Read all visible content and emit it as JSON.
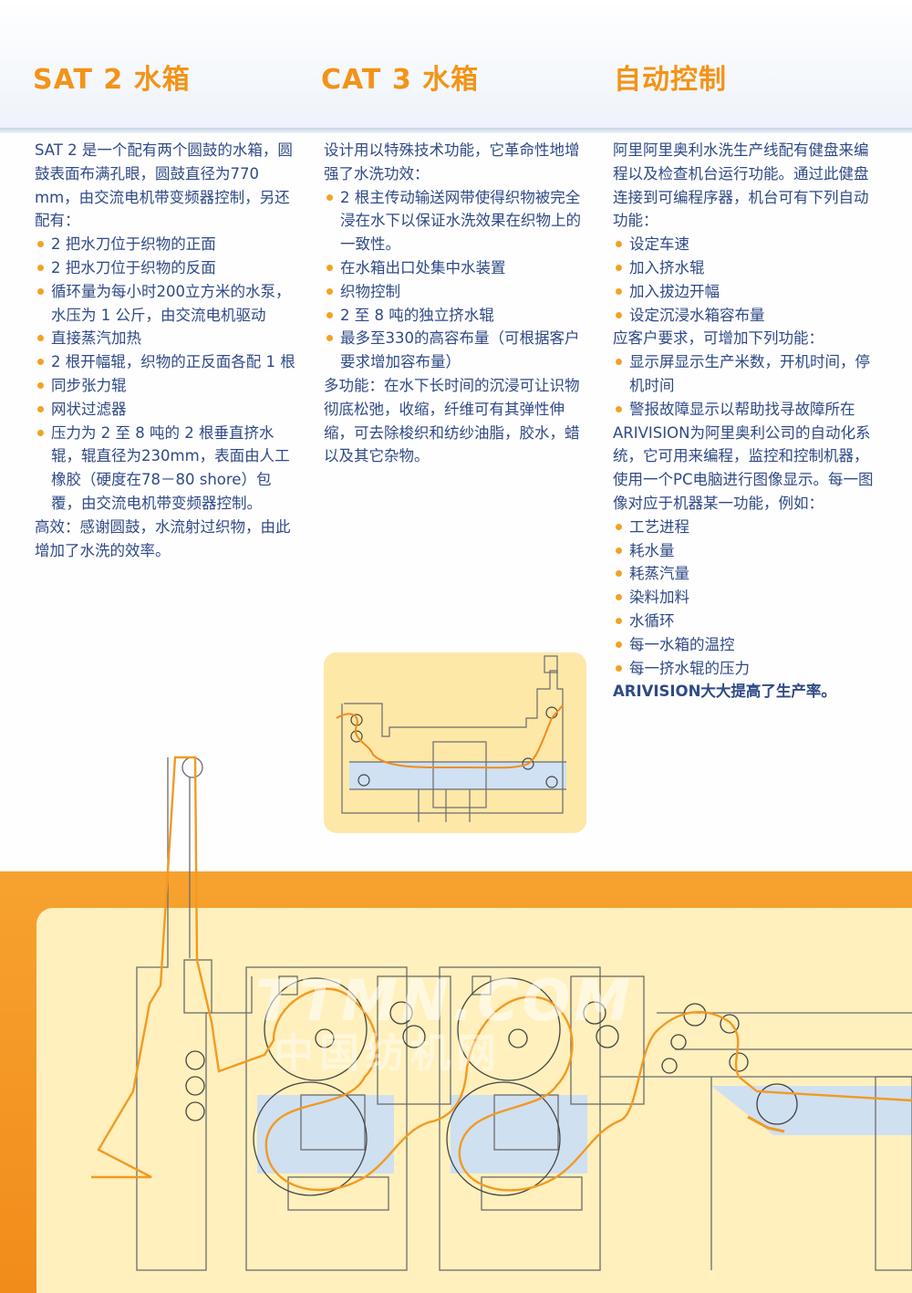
{
  "headings": {
    "col1": "SAT 2 水箱",
    "col2": "CAT 3 水箱",
    "col3": "自动控制"
  },
  "col1": {
    "intro": "SAT 2 是一个配有两个圆鼓的水箱，圆鼓表面布满孔眼，圆鼓直径为770 mm，由交流电机带变频器控制，另还配有：",
    "bullets": [
      "2 把水刀位于织物的正面",
      "2 把水刀位于织物的反面",
      "循环量为每小时200立方米的水泵，水压为 1 公斤，由交流电机驱动",
      "直接蒸汽加热",
      "2 根开幅辊，织物的正反面各配 1 根",
      "同步张力辊",
      "网状过滤器",
      "压力为 2 至 8 吨的 2 根垂直挤水辊，辊直径为230mm，表面由人工橡胶（硬度在78－80 shore）包覆，由交流电机带变频器控制。"
    ],
    "outro": "高效：感谢圆鼓，水流射过织物，由此增加了水洗的效率。"
  },
  "col2": {
    "intro": "设计用以特殊技术功能，它革命性地增强了水洗功效：",
    "bullets": [
      "2 根主传动输送网带使得织物被完全浸在水下以保证水洗效果在织物上的一致性。",
      "在水箱出口处集中水装置",
      "织物控制",
      "2 至 8 吨的独立挤水辊",
      "最多至330的高容布量（可根据客户要求增加容布量）"
    ],
    "outro": "多功能：在水下长时间的沉浸可让识物彻底松弛，收缩，纤维可有其弹性伸缩，可去除梭织和纺纱油脂，胶水，蜡以及其它杂物。"
  },
  "col3": {
    "intro": "阿里阿里奥利水洗生产线配有健盘来编程以及检查机台运行功能。通过此健盘连接到可编程序器，机台可有下列自动功能：",
    "bullets1": [
      "设定车速",
      "加入挤水辊",
      "加入拔边开幅",
      "设定沉浸水箱容布量"
    ],
    "mid": "应客户要求，可增加下列功能：",
    "bullets2": [
      "显示屏显示生产米数，开机时间，停机时间",
      "警报故障显示以帮助找寻故障所在"
    ],
    "para": "ARIVISION为阿里奥利公司的自动化系统，它可用来编程，监控和控制机器，使用一个PC电脑进行图像显示。每一图像对应于机器某一功能，例如：",
    "bullets3": [
      "工艺进程",
      "耗水量",
      "耗蒸汽量",
      "染料加料",
      "水循环",
      "每一水箱的温控",
      "每一挤水辊的压力"
    ],
    "outro": "ARIVISION大大提高了生产率。"
  },
  "watermark": {
    "line1": "TTMN.COM",
    "line2": "中国纺机网"
  }
}
